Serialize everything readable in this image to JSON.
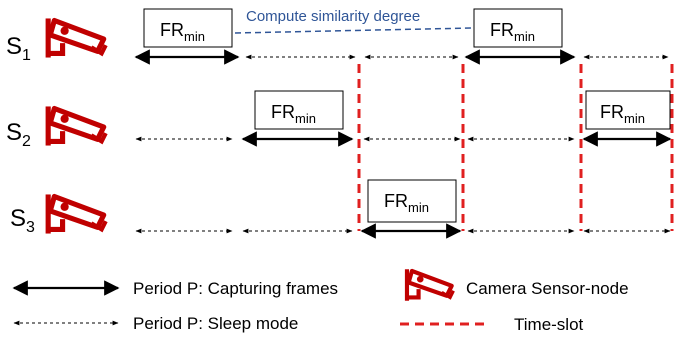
{
  "sensors": [
    {
      "label": "S",
      "subscript": "1"
    },
    {
      "label": "S",
      "subscript": "2"
    },
    {
      "label": "S",
      "subscript": "3"
    }
  ],
  "frame_box": {
    "main": "FR",
    "subscript": "min"
  },
  "annotation": "Compute similarity degree",
  "legend": {
    "capturing": "Period P: Capturing frames",
    "sleep": "Period P: Sleep mode",
    "camera": "Camera Sensor-node",
    "timeslot": "Time-slot"
  },
  "colors": {
    "camera": "#c00000",
    "timeslot": "#e02020",
    "annotation": "#2f5597",
    "arrow": "#000000"
  },
  "icons": [
    "camera-icon"
  ]
}
